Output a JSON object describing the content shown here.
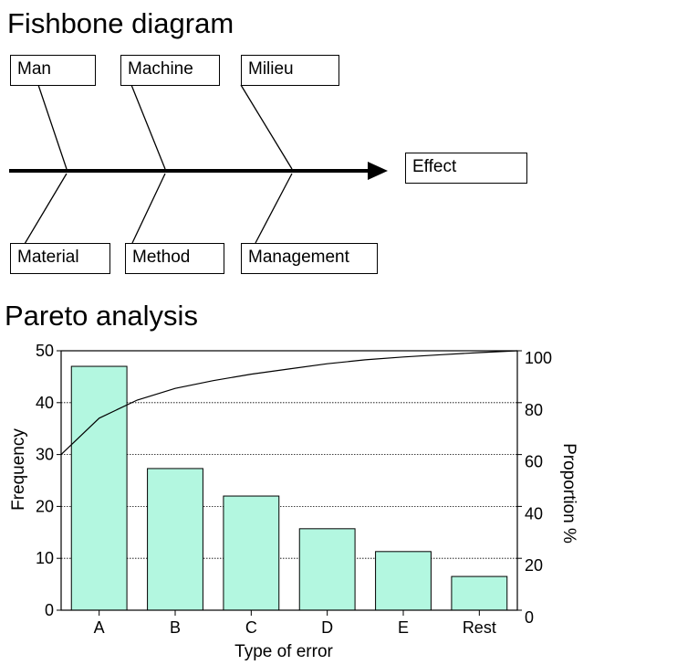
{
  "fishbone": {
    "title": "Fishbone diagram",
    "causes_top": [
      "Man",
      "Machine",
      "Milieu"
    ],
    "causes_bottom": [
      "Material",
      "Method",
      "Management"
    ],
    "effect": "Effect"
  },
  "pareto": {
    "title": "Pareto analysis"
  },
  "chart_data": {
    "type": "bar",
    "title": "Pareto analysis",
    "categories": [
      "A",
      "B",
      "C",
      "D",
      "E",
      "Rest"
    ],
    "values": [
      47,
      27.3,
      22,
      15.7,
      11.3,
      6.5
    ],
    "xlabel": "Type of error",
    "ylabel": "Frequency",
    "ylabel_right": "Proportion %",
    "ylim": [
      0,
      50
    ],
    "ylim_right": [
      0,
      100
    ],
    "yticks": [
      0,
      10,
      20,
      30,
      40,
      50
    ],
    "yticks_right": [
      0,
      20,
      40,
      60,
      80,
      100
    ],
    "bar_color": "#b3f7e0",
    "grid": "horizontal dotted",
    "cumulative_line": {
      "x": [
        0,
        0.5,
        1,
        1.5,
        2,
        2.5,
        3,
        3.5,
        4,
        4.5,
        5,
        5.5,
        6
      ],
      "y": [
        60,
        74,
        81,
        85.5,
        88.5,
        91,
        93,
        95,
        96.5,
        97.6,
        98.5,
        99.3,
        100
      ]
    }
  }
}
